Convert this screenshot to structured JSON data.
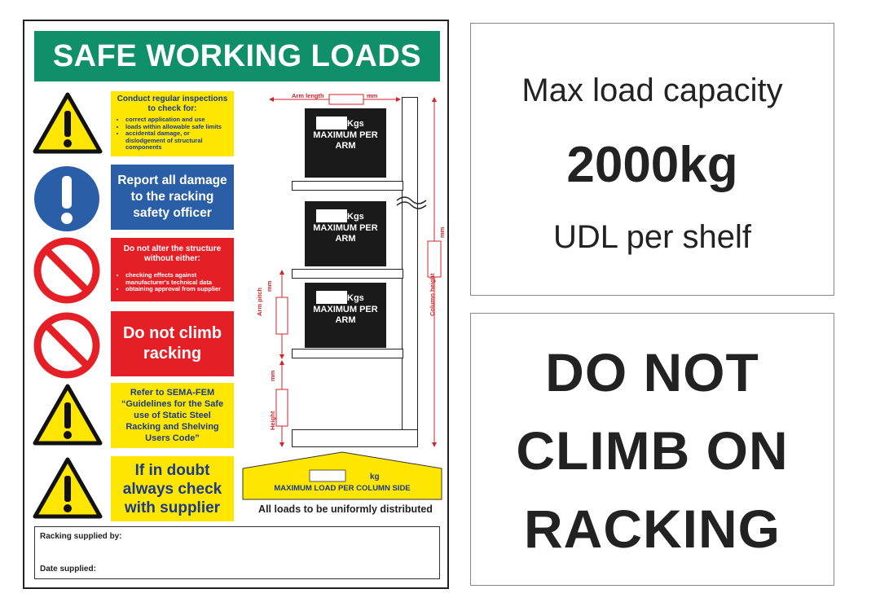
{
  "main_sign": {
    "title": "SAFE WORKING LOADS",
    "panels": {
      "inspect_title": "Conduct regular inspections to check for:",
      "inspect_items": [
        "correct application and use",
        "loads within allowable safe limits",
        "accidental damage, or dislodgement of structural components"
      ],
      "report": "Report all damage to the racking safety officer",
      "alter_title": "Do not alter the structure without either:",
      "alter_items": [
        "checking effects against manufacturer's technical data",
        "obtaining approval from supplier"
      ],
      "climb": "Do not climb racking",
      "refer": "Refer to SEMA-FEM “Guidelines for the Safe use of Static Steel Racking and Shelving Users Code”",
      "doubt": "If in doubt always check with supplier"
    },
    "diagram": {
      "arm_length": "Arm length",
      "mm": "mm",
      "kgs": "Kgs",
      "max_per_arm": "MAXIMUM PER ARM",
      "arm_pitch": "Arm pitch",
      "height": "Height",
      "column_height": "Column height",
      "kg": "kg",
      "max_column": "MAXIMUM LOAD PER COLUMN SIDE",
      "uniform": "All loads to be uniformly distributed"
    },
    "fields": {
      "supplied_by": "Racking supplied by:",
      "date_supplied": "Date supplied:"
    },
    "colors": {
      "green": "#0f8f6a",
      "yellow": "#ffe600",
      "blue": "#2a5fa8",
      "red": "#e51f26"
    }
  },
  "sign_max": {
    "line1": "Max load capacity",
    "line2": "2000kg",
    "line3": "UDL per shelf"
  },
  "sign_climb": {
    "lines": [
      "DO NOT",
      "CLIMB ON",
      "RACKING"
    ]
  }
}
